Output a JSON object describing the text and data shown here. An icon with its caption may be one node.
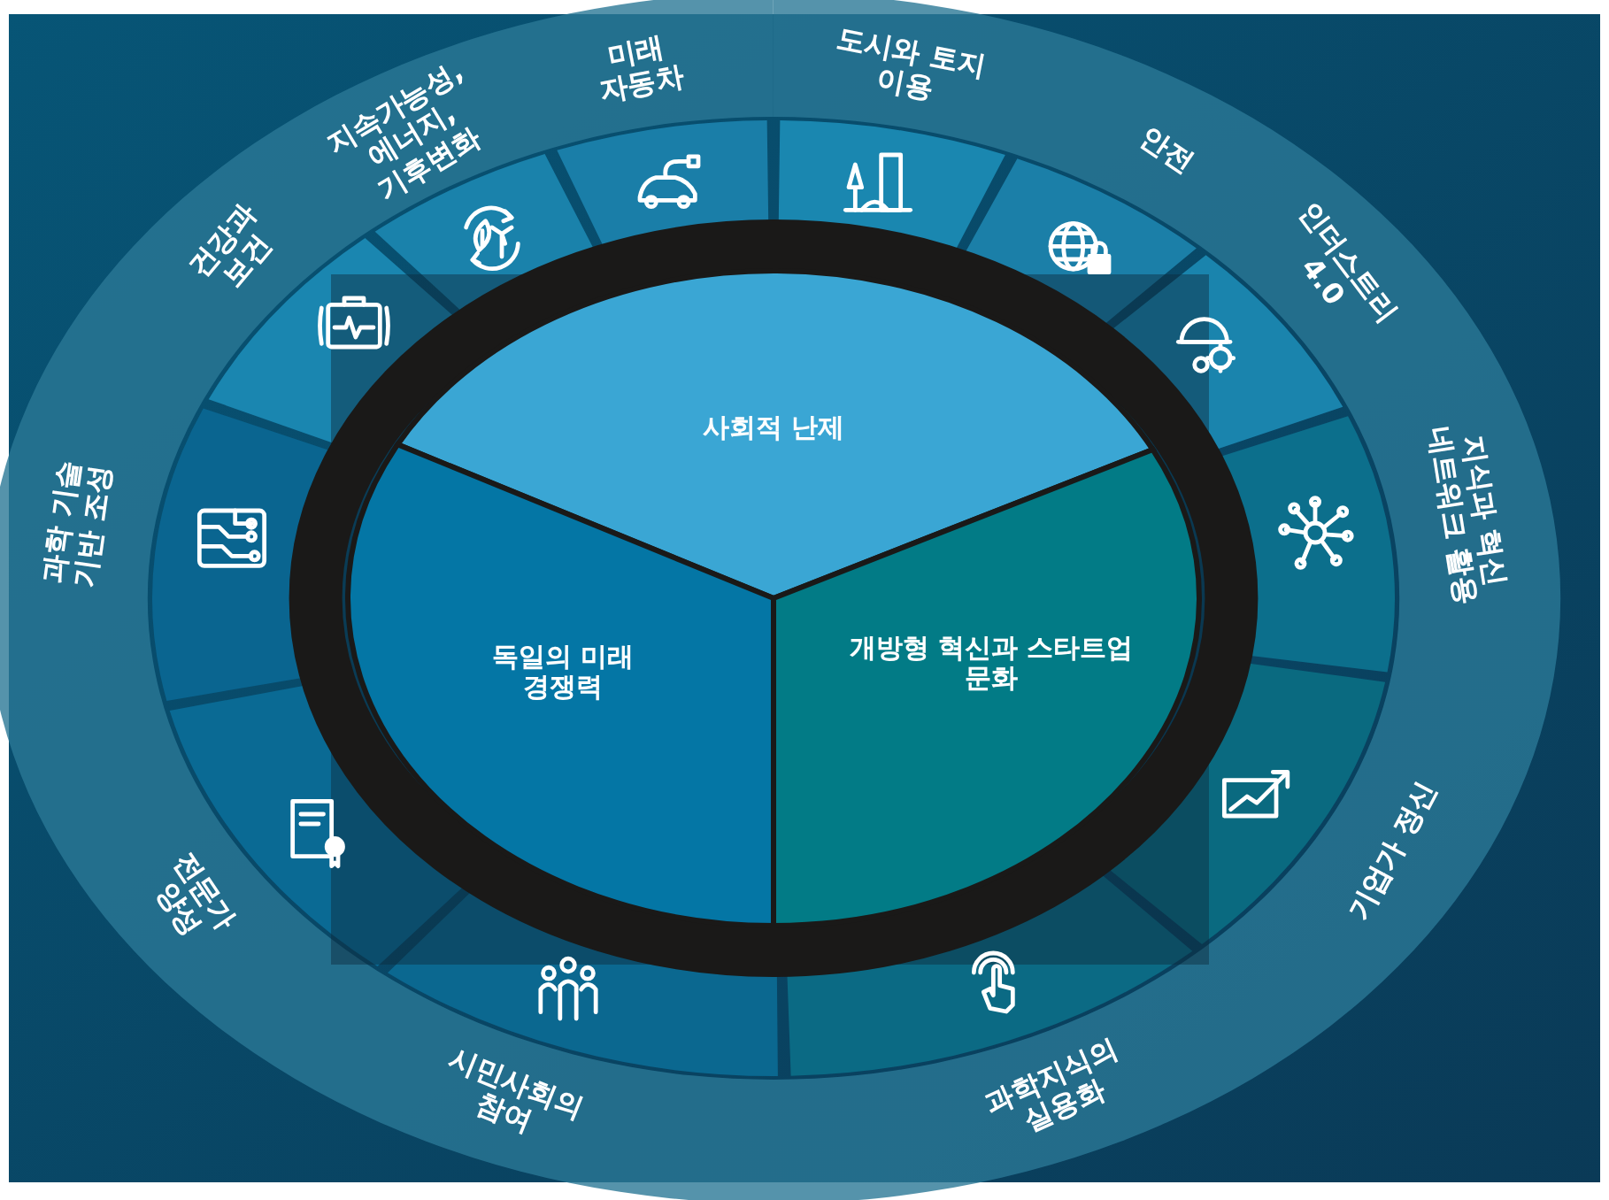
{
  "diagram": {
    "nodes": [
      {
        "text": [
          "사회적 난제"
        ]
      },
      {
        "text": [
          "독일의 미래 경쟁력"
        ]
      },
      {
        "text": [
          "개방형 혁신과 스타트업 문화"
        ]
      },
      {
        "text": [
          "미래 자동차"
        ]
      },
      {
        "text": [
          "도시와 토지 이용"
        ]
      },
      {
        "text": [
          "안전"
        ]
      },
      {
        "text": [
          "인더스트리 4.0"
        ]
      },
      {
        "text": [
          "지식과 혁신 네트워크 활용"
        ]
      },
      {
        "text": [
          "기업가 정신"
        ]
      },
      {
        "text": [
          "과학지식의 실용화"
        ]
      },
      {
        "text": [
          "시민사회의 참여"
        ]
      },
      {
        "text": [
          "전문가 양성"
        ]
      },
      {
        "text": [
          "과학 기술 기반 조성"
        ]
      },
      {
        "text": [
          "건강과 보건"
        ]
      },
      {
        "text": [
          "지속가능성, 에너지, 기후변화"
        ]
      }
    ]
  }
}
